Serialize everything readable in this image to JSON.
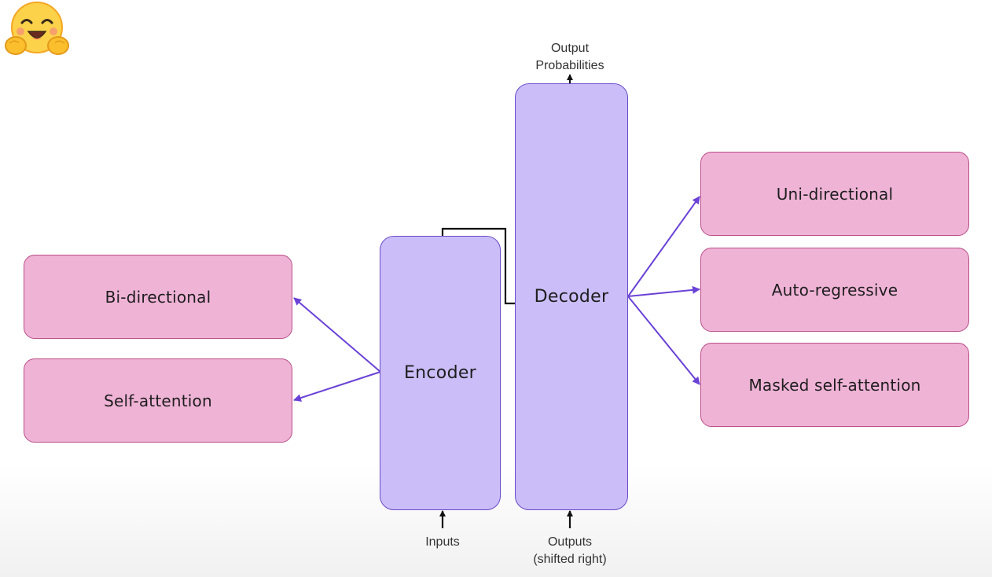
{
  "logo": {
    "name": "hugging-face-emoji",
    "face_color": "#fcd24a",
    "outline_color": "#f5a623"
  },
  "encoder": {
    "label": "Encoder"
  },
  "decoder": {
    "label": "Decoder"
  },
  "labels": {
    "output_line1": "Output",
    "output_line2": "Probabilities",
    "inputs": "Inputs",
    "outputs_line1": "Outputs",
    "outputs_line2": "(shifted right)"
  },
  "encoder_properties": [
    "Bi-directional",
    "Self-attention"
  ],
  "decoder_properties": [
    "Uni-directional",
    "Auto-regressive",
    "Masked self-attention"
  ],
  "colors": {
    "property_fill": "#efb3d6",
    "property_border": "#b94e88",
    "block_fill": "#cbbdf8",
    "block_border": "#6a4bc9",
    "arrow": "#6a42d6"
  }
}
